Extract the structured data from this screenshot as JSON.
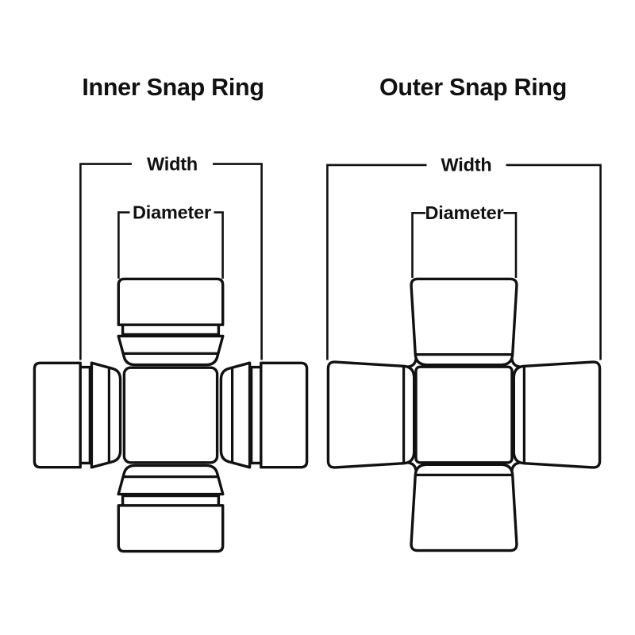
{
  "page": {
    "background": "#ffffff",
    "line_color": "#111111",
    "text_color": "#111111"
  },
  "diagrams": {
    "inner": {
      "title": "Inner Snap Ring",
      "width_label": "Width",
      "diameter_label": "Diameter"
    },
    "outer": {
      "title": "Outer Snap Ring",
      "width_label": "Width",
      "diameter_label": "Diameter"
    }
  }
}
